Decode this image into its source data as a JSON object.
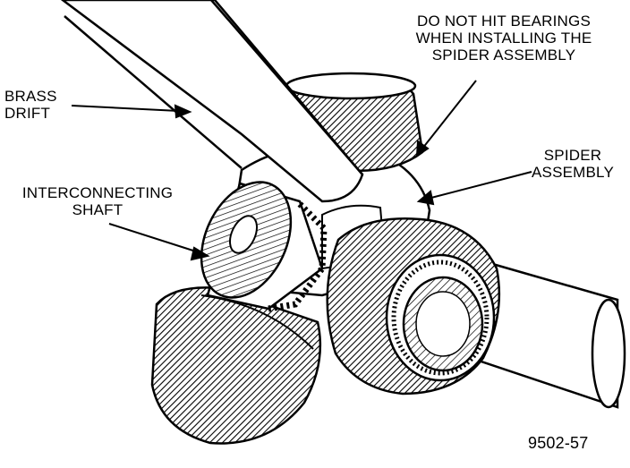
{
  "labels": {
    "brass_drift": [
      "BRASS",
      "DRIFT"
    ],
    "do_not_hit": [
      "DO NOT HIT BEARINGS",
      "WHEN INSTALLING THE",
      "SPIDER ASSEMBLY"
    ],
    "spider_assembly": [
      "SPIDER",
      "ASSEMBLY"
    ],
    "interconnecting_shaft": [
      "INTERCONNECTING",
      "SHAFT"
    ]
  },
  "figure_number": "9502-57"
}
